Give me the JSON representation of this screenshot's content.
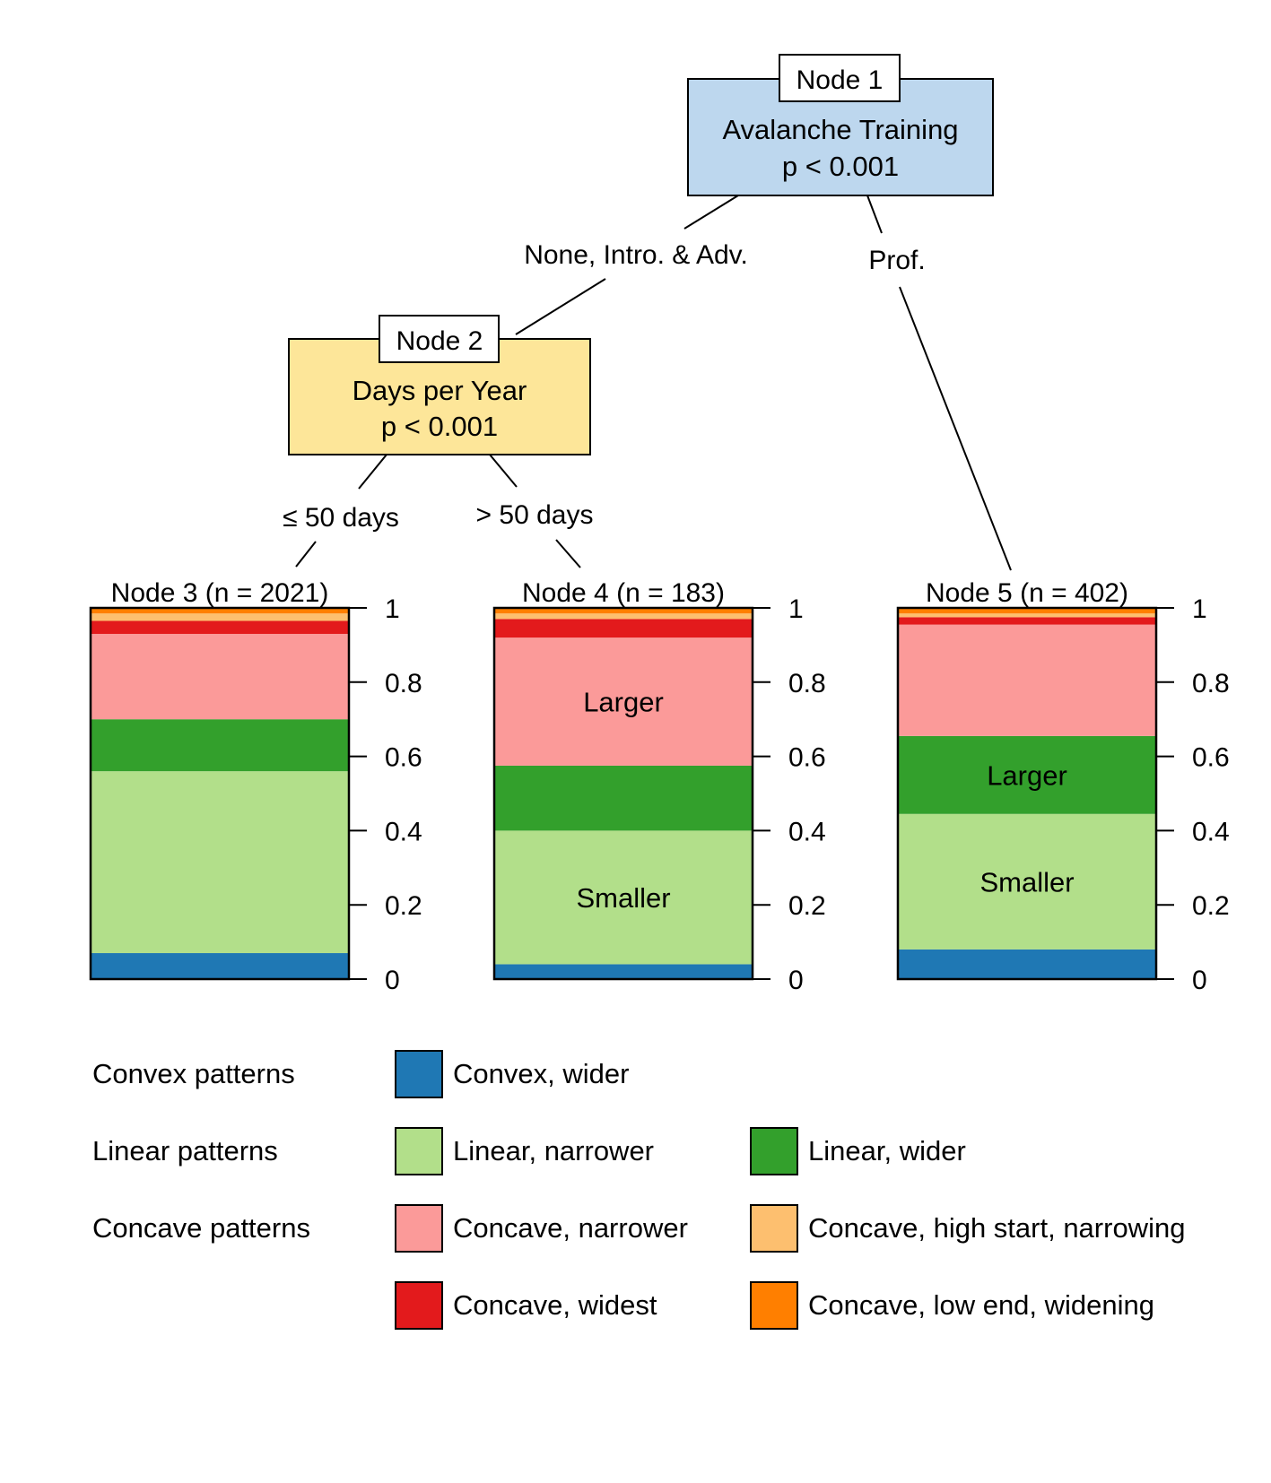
{
  "nodes": {
    "node1": {
      "label": "Node 1",
      "variable": "Avalanche Training",
      "pvalue": "p < 0.001",
      "fill": "#bdd7ee"
    },
    "node2": {
      "label": "Node 2",
      "variable": "Days per Year",
      "pvalue": "p < 0.001",
      "fill": "#fde699"
    }
  },
  "edges": {
    "e12": "None, Intro. & Adv.",
    "e15": "Prof.",
    "e23": "≤ 50 days",
    "e24": "> 50 days"
  },
  "leaves": [
    {
      "id": "node3",
      "title": "Node 3 (n = 2021)",
      "segments": [
        {
          "key": "convex_wider",
          "value": 0.07,
          "label": ""
        },
        {
          "key": "linear_narrower",
          "value": 0.49,
          "label": ""
        },
        {
          "key": "linear_wider",
          "value": 0.14,
          "label": ""
        },
        {
          "key": "concave_narrower",
          "value": 0.23,
          "label": ""
        },
        {
          "key": "concave_widest",
          "value": 0.035,
          "label": ""
        },
        {
          "key": "concave_high",
          "value": 0.02,
          "label": ""
        },
        {
          "key": "concave_low",
          "value": 0.015,
          "label": ""
        }
      ]
    },
    {
      "id": "node4",
      "title": "Node 4 (n = 183)",
      "segments": [
        {
          "key": "convex_wider",
          "value": 0.04,
          "label": ""
        },
        {
          "key": "linear_narrower",
          "value": 0.36,
          "label": "Smaller"
        },
        {
          "key": "linear_wider",
          "value": 0.175,
          "label": ""
        },
        {
          "key": "concave_narrower",
          "value": 0.345,
          "label": "Larger"
        },
        {
          "key": "concave_widest",
          "value": 0.05,
          "label": ""
        },
        {
          "key": "concave_high",
          "value": 0.015,
          "label": ""
        },
        {
          "key": "concave_low",
          "value": 0.015,
          "label": ""
        }
      ]
    },
    {
      "id": "node5",
      "title": "Node 5 (n = 402)",
      "segments": [
        {
          "key": "convex_wider",
          "value": 0.08,
          "label": ""
        },
        {
          "key": "linear_narrower",
          "value": 0.365,
          "label": "Smaller"
        },
        {
          "key": "linear_wider",
          "value": 0.21,
          "label": "Larger"
        },
        {
          "key": "concave_narrower",
          "value": 0.3,
          "label": ""
        },
        {
          "key": "concave_widest",
          "value": 0.02,
          "label": ""
        },
        {
          "key": "concave_high",
          "value": 0.01,
          "label": ""
        },
        {
          "key": "concave_low",
          "value": 0.015,
          "label": ""
        }
      ]
    }
  ],
  "axis_ticks": [
    "0",
    "0.2",
    "0.4",
    "0.6",
    "0.8",
    "1"
  ],
  "categories": {
    "convex_wider": {
      "label": "Convex, wider",
      "color": "#1f78b4"
    },
    "linear_narrower": {
      "label": "Linear, narrower",
      "color": "#b2df8a"
    },
    "linear_wider": {
      "label": "Linear, wider",
      "color": "#33a02c"
    },
    "concave_narrower": {
      "label": "Concave, narrower",
      "color": "#fb9a99"
    },
    "concave_widest": {
      "label": "Concave, widest",
      "color": "#e31a1c"
    },
    "concave_high": {
      "label": "Concave, high start, narrowing",
      "color": "#fdbf6f"
    },
    "concave_low": {
      "label": "Concave, low end, widening",
      "color": "#ff7f00"
    }
  },
  "legend": {
    "groups": [
      {
        "name": "Convex patterns",
        "items": [
          "convex_wider"
        ]
      },
      {
        "name": "Linear patterns",
        "items": [
          "linear_narrower",
          "linear_wider"
        ]
      },
      {
        "name": "Concave patterns",
        "items": [
          "concave_narrower",
          "concave_high",
          "concave_widest",
          "concave_low"
        ]
      }
    ]
  }
}
